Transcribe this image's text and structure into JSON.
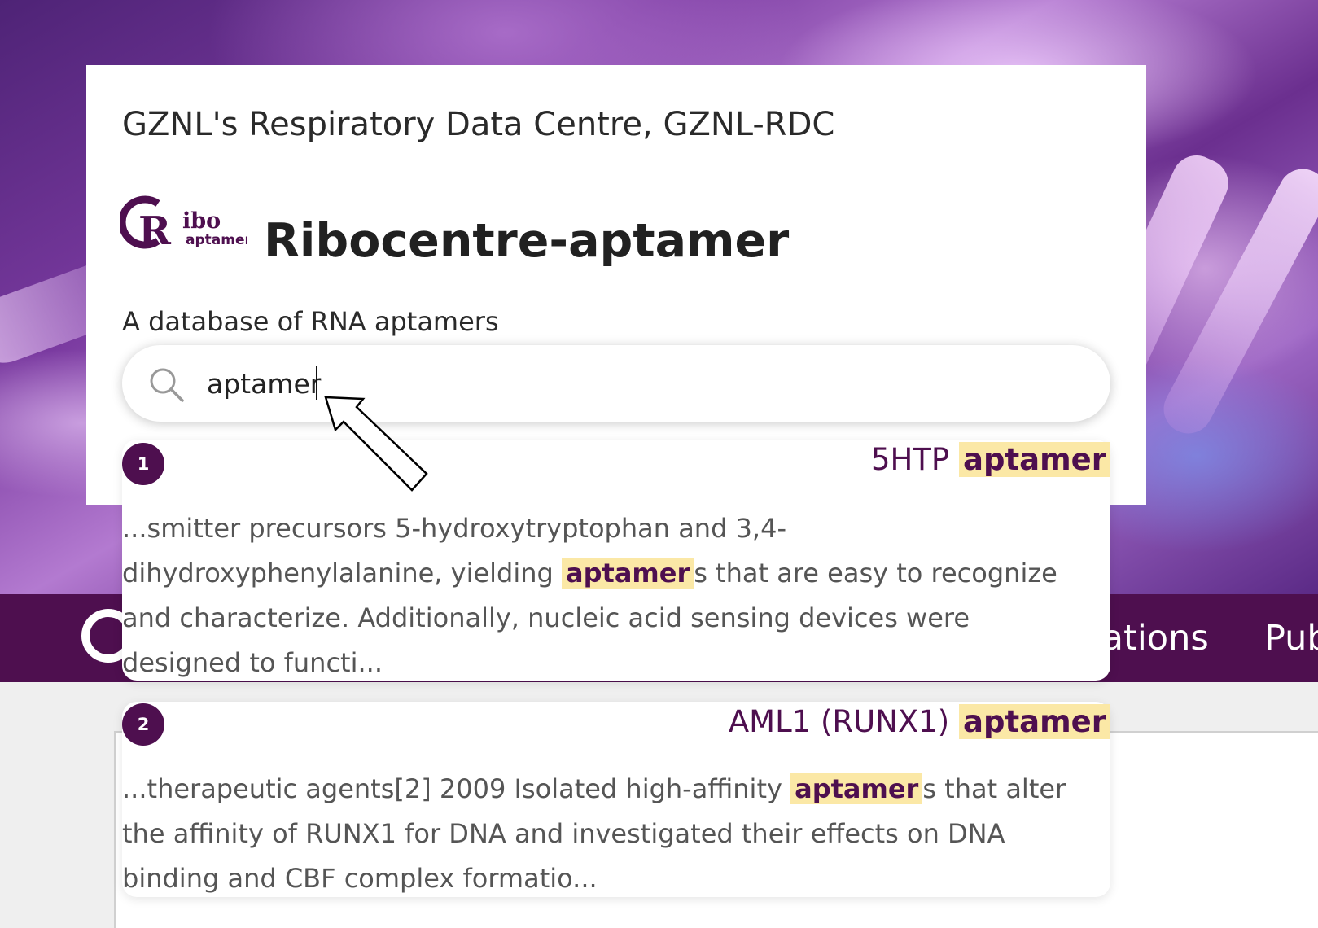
{
  "header": {
    "site_name": "GZNL's Respiratory Data Centre, GZNL-RDC",
    "logo_text_top": "ibo",
    "logo_text_bottom": "aptamer",
    "page_title": "Ribocentre-aptamer",
    "subtitle": "A database of RNA aptamers"
  },
  "search": {
    "value": "aptamer",
    "icon": "search-icon"
  },
  "results": [
    {
      "number": "1",
      "title_prefix": "5HTP ",
      "title_match": "aptamer",
      "excerpt_before": "...smitter precursors 5-hydroxytryptophan and 3,4-dihydroxyphenylalanine, yielding ",
      "excerpt_match": "aptamer",
      "excerpt_after": "s that are easy to recognize and characterize. Additionally, nucleic acid sensing devices were designed to functi..."
    },
    {
      "number": "2",
      "title_prefix": "AML1 (RUNX1) ",
      "title_match": "aptamer",
      "excerpt_before": "...therapeutic agents[2] 2009 Isolated high-affinity ",
      "excerpt_match": "aptamer",
      "excerpt_after": "s that alter the affinity of RUNX1 for DNA and investigated their effects on DNA binding and CBF complex formatio..."
    }
  ],
  "navbar": {
    "items": [
      "cations",
      "Pub"
    ]
  },
  "colors": {
    "brand": "#4e0f4f",
    "highlight": "#fbe8a6"
  }
}
